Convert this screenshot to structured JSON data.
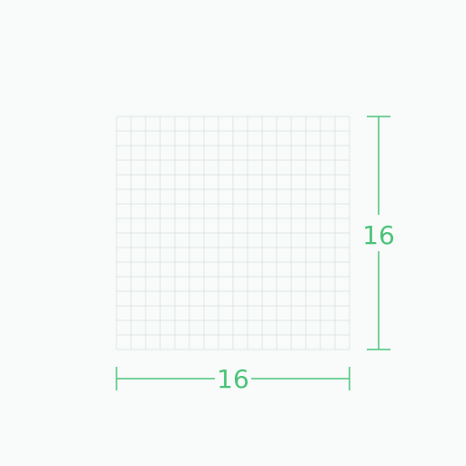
{
  "grid": {
    "columns": 16,
    "rows": 16
  },
  "dimensions": {
    "width_label": "16",
    "height_label": "16"
  },
  "colors": {
    "background": "#f8fbfa",
    "grid_line": "#dfe5e3",
    "dimension": "#4cc47a"
  }
}
